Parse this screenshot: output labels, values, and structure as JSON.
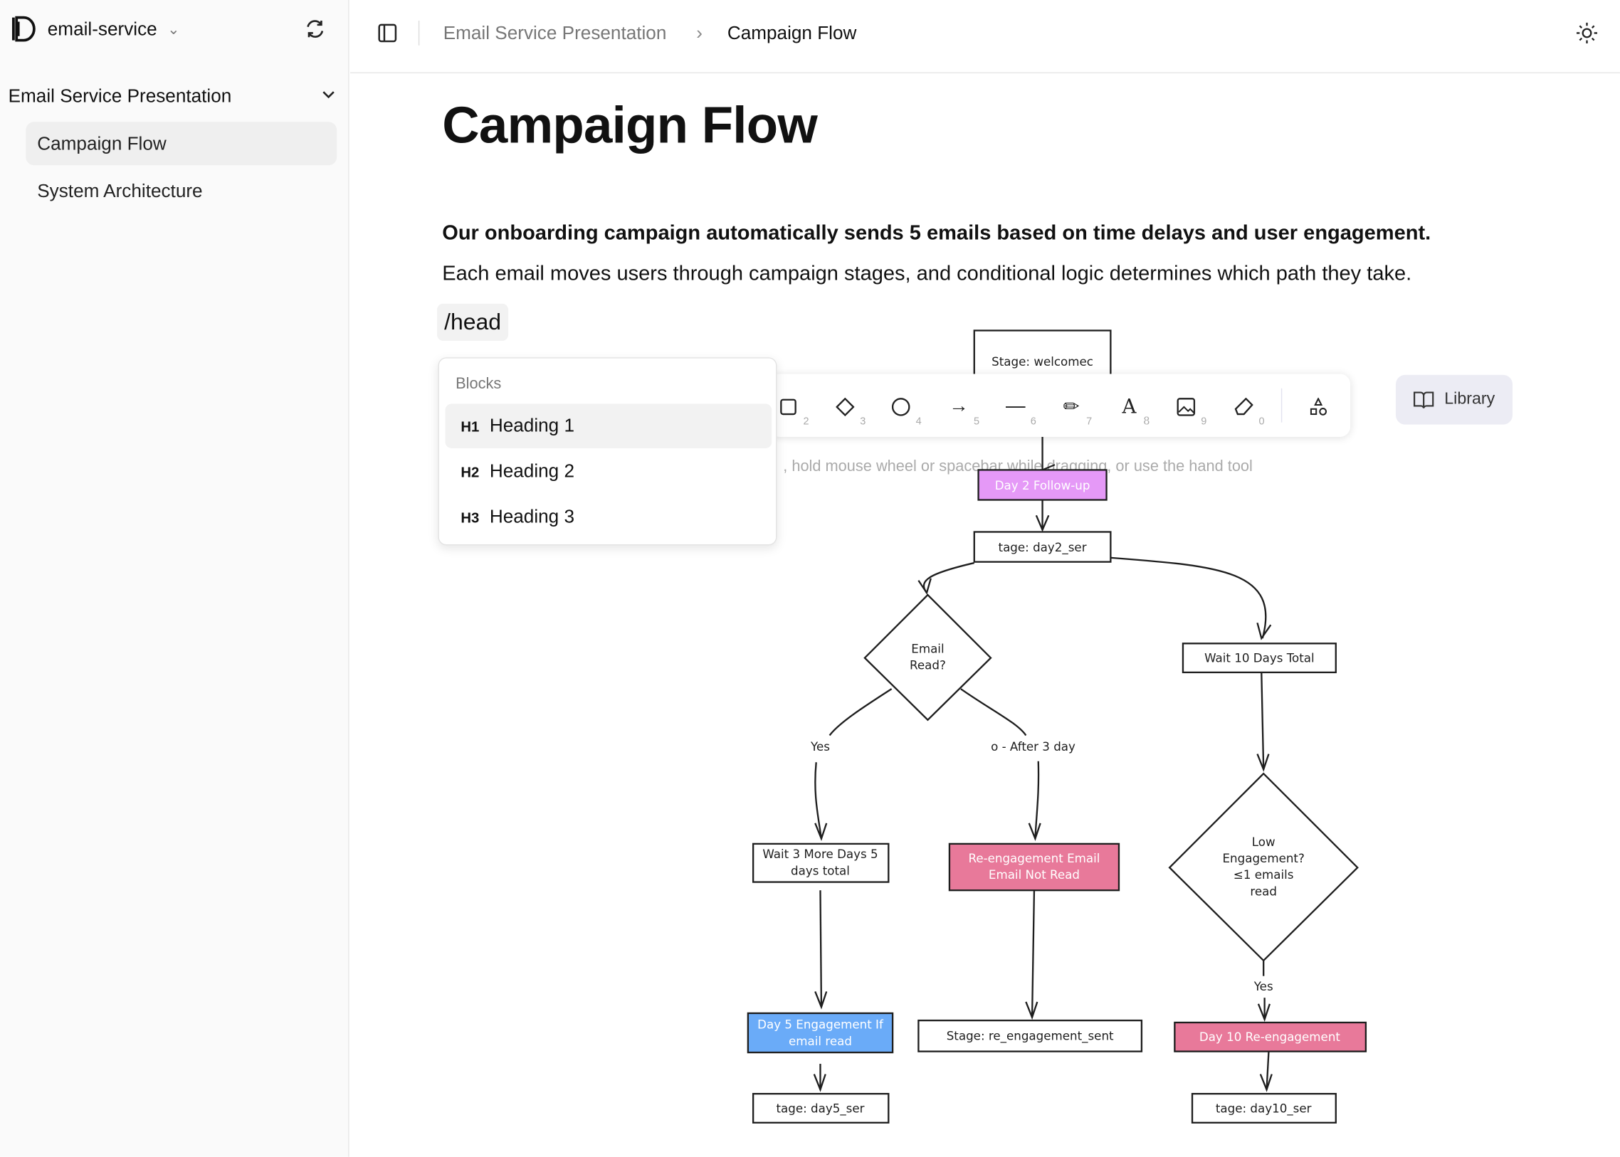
{
  "sidebar": {
    "workspace": "email-service",
    "section": "Email Service Presentation",
    "items": [
      {
        "label": "Campaign Flow",
        "active": true
      },
      {
        "label": "System Architecture",
        "active": false
      }
    ]
  },
  "header": {
    "breadcrumb": [
      "Email Service Presentation",
      "Campaign Flow"
    ]
  },
  "page": {
    "title": "Campaign Flow",
    "lead": "Our onboarding campaign automatically sends 5 emails based on time delays and user engagement.",
    "body": "Each email moves users through campaign stages, and conditional logic determines which path they take.",
    "command": "/head"
  },
  "blocks_menu": {
    "title": "Blocks",
    "items": [
      {
        "tag": "H1",
        "label": "Heading 1"
      },
      {
        "tag": "H2",
        "label": "Heading 2"
      },
      {
        "tag": "H3",
        "label": "Heading 3"
      }
    ]
  },
  "toolbar": {
    "tools": [
      {
        "icon": "rectangle-icon",
        "key": "2"
      },
      {
        "icon": "diamond-icon",
        "key": "3"
      },
      {
        "icon": "ellipse-icon",
        "key": "4"
      },
      {
        "icon": "arrow-icon",
        "key": "5"
      },
      {
        "icon": "line-icon",
        "key": "6"
      },
      {
        "icon": "pencil-icon",
        "key": "7"
      },
      {
        "icon": "text-icon",
        "key": "8"
      },
      {
        "icon": "image-icon",
        "key": "9"
      },
      {
        "icon": "eraser-icon",
        "key": "0"
      }
    ],
    "library": "Library",
    "hint": ", hold mouse wheel or spacebar while dragging, or use the hand tool"
  },
  "diagram": {
    "stage_welcome": "Stage: welcomec",
    "day2": "Day 2 Follow-up",
    "stage_day2": "tage: day2_ser",
    "email_read": [
      "Email",
      "Read?"
    ],
    "yes_left": "Yes",
    "no_after": "o - After 3 day",
    "wait3": [
      "Wait 3 More Days 5",
      "days total"
    ],
    "reengage": [
      "Re-engagement Email",
      "Email Not Read"
    ],
    "wait10": "Wait 10 Days Total",
    "low_eng": [
      "Low",
      "Engagement?",
      "≤1 emails",
      "read"
    ],
    "yes_right": "Yes",
    "day5": [
      "Day 5 Engagement If",
      "email read"
    ],
    "stage_reengage": "Stage: re_engagement_sent",
    "day10": "Day 10 Re-engagement",
    "stage_day5": "tage: day5_ser",
    "stage_day10": "tage: day10_ser",
    "colors": {
      "purple": "#e599f7",
      "pink": "#e8799a",
      "blue": "#6aabf8"
    }
  }
}
